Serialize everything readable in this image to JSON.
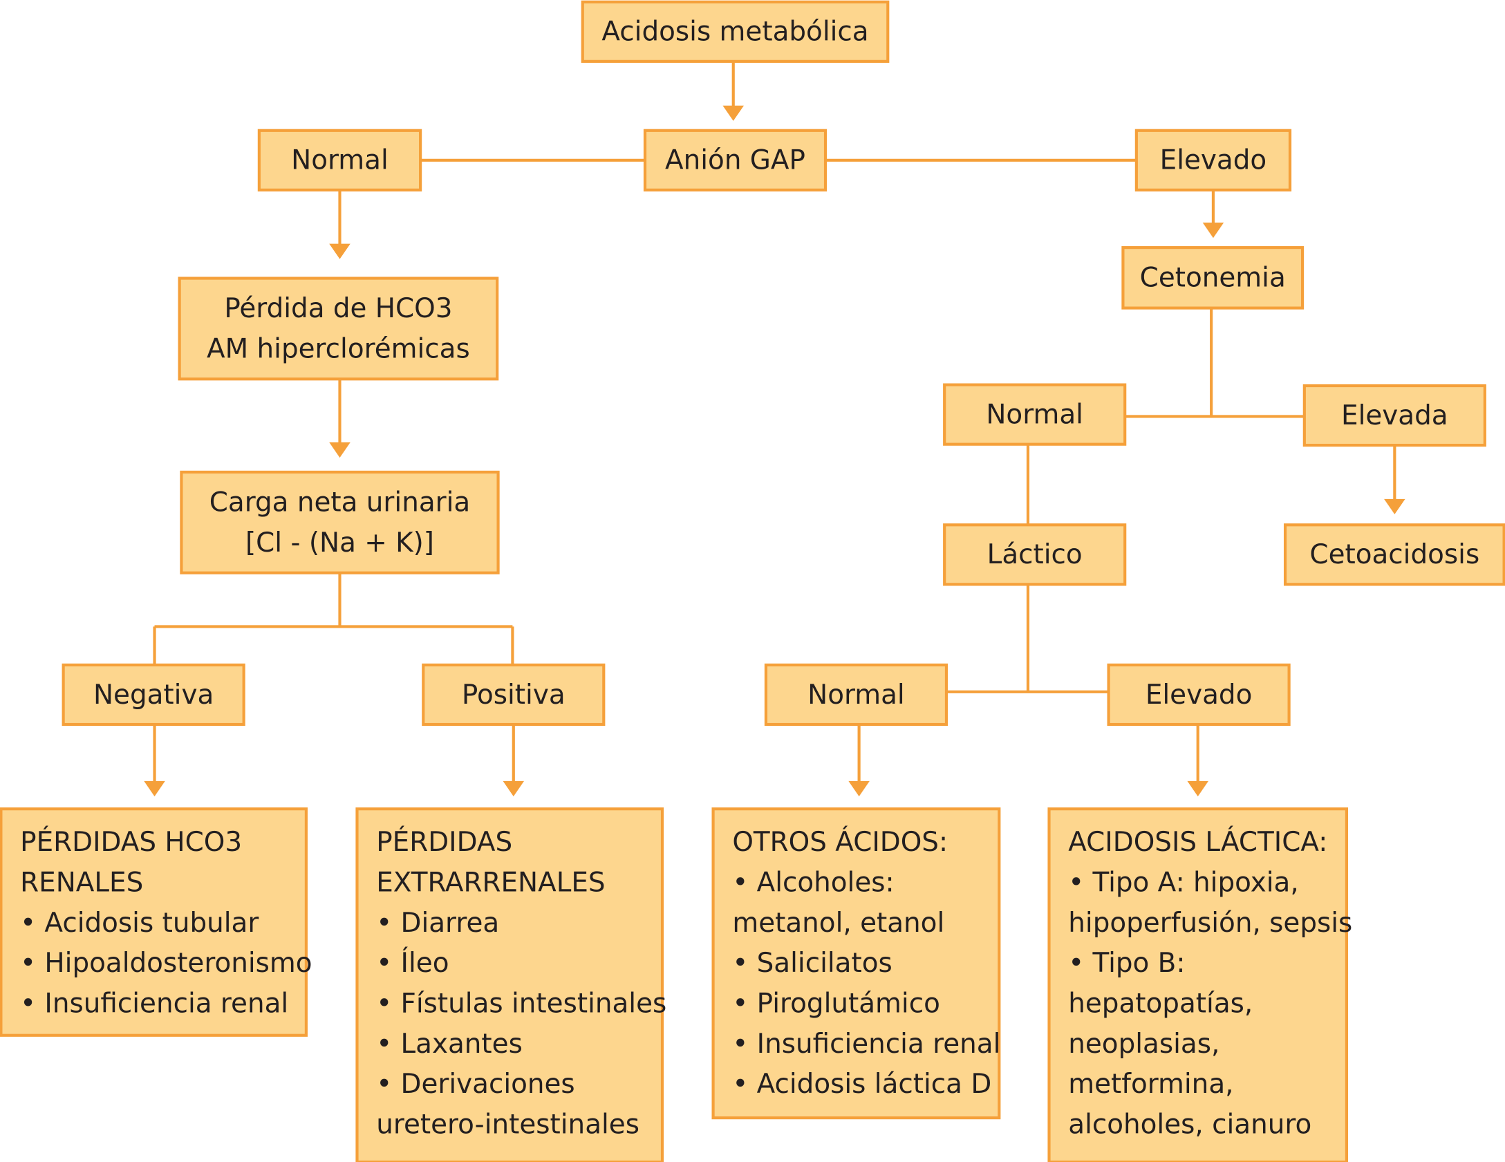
{
  "title": "Acidosis metabólica",
  "colors": {
    "box_fill": "#fdd68e",
    "box_border": "#f5a03a",
    "text": "#231f20",
    "line": "#f5a03a"
  },
  "nodes": {
    "root": {
      "lines": [
        "Acidosis metabólica"
      ]
    },
    "anion_gap": {
      "lines": [
        "Anión GAP"
      ]
    },
    "gap_normal": {
      "lines": [
        "Normal"
      ]
    },
    "gap_elevado": {
      "lines": [
        "Elevado"
      ]
    },
    "perdida_hco3": {
      "lines": [
        "Pérdida de HCO3",
        "AM hiperclorémicas"
      ]
    },
    "carga_neta": {
      "lines": [
        "Carga neta urinaria",
        "[Cl  -  (Na + K)]"
      ]
    },
    "negativa": {
      "lines": [
        "Negativa"
      ]
    },
    "positiva": {
      "lines": [
        "Positiva"
      ]
    },
    "perdidas_renales": {
      "lines": [
        "PÉRDIDAS HCO3",
        "RENALES",
        "• Acidosis tubular",
        "• Hipoaldosteronismo",
        "• Insuficiencia renal"
      ]
    },
    "perdidas_extrarrenales": {
      "lines": [
        "PÉRDIDAS",
        "EXTRARRENALES",
        "• Diarrea",
        "• Íleo",
        "• Fístulas intestinales",
        "• Laxantes",
        "• Derivaciones",
        "uretero-intestinales"
      ]
    },
    "cetonemia": {
      "lines": [
        "Cetonemia"
      ]
    },
    "ceto_normal": {
      "lines": [
        "Normal"
      ]
    },
    "ceto_elevada": {
      "lines": [
        "Elevada"
      ]
    },
    "cetoacidosis": {
      "lines": [
        "Cetoacidosis"
      ]
    },
    "lactico": {
      "lines": [
        "Láctico"
      ]
    },
    "lac_normal": {
      "lines": [
        "Normal"
      ]
    },
    "lac_elevado": {
      "lines": [
        "Elevado"
      ]
    },
    "otros_acidos": {
      "lines": [
        "OTROS ÁCIDOS:",
        "• Alcoholes:",
        "metanol, etanol",
        "• Salicilatos",
        "• Piroglutámico",
        "• Insuficiencia renal",
        "• Acidosis láctica D"
      ]
    },
    "acidosis_lactica": {
      "lines": [
        "ACIDOSIS LÁCTICA:",
        "• Tipo A: hipoxia,",
        "hipoperfusión, sepsis",
        "• Tipo B:",
        "hepatopatías,",
        "neoplasias,",
        "metformina,",
        "alcoholes, cianuro"
      ]
    }
  }
}
